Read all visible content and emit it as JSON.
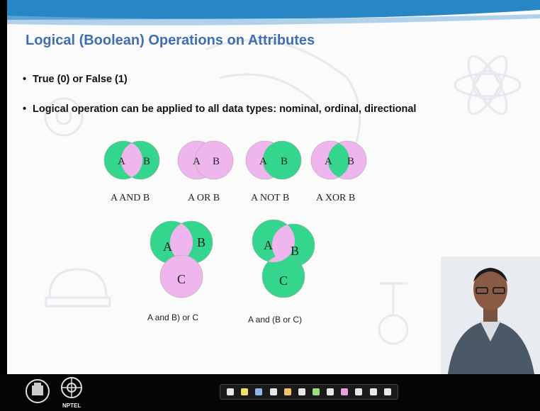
{
  "slide": {
    "title": "Logical (Boolean) Operations on Attributes",
    "bullets": [
      "True (0) or False (1)",
      "Logical operation can be applied to all data types: nominal, ordinal, directional"
    ]
  },
  "diagrams": {
    "and": {
      "caption": "A AND B",
      "label_a": "A",
      "label_b": "B"
    },
    "or": {
      "caption": "A OR B",
      "label_a": "A",
      "label_b": "B"
    },
    "not": {
      "caption": "A NOT B",
      "label_a": "A",
      "label_b": "B"
    },
    "xor": {
      "caption": "A XOR B",
      "label_a": "A",
      "label_b": "B"
    },
    "and_or_c": {
      "caption": "A and B) or C",
      "label_a": "A",
      "label_b": "B",
      "label_c": "C"
    },
    "a_and_b_or_c": {
      "caption": "A and (B or C)",
      "label_a": "A",
      "label_b": "B",
      "label_c": "C"
    }
  },
  "logos": {
    "left_logo_icon": "iit-kgp-logo-icon",
    "right_logo_icon": "nptel-logo-icon",
    "nptel_text": "NPTEL"
  },
  "toolbar_tools": [
    "pointer-icon",
    "highlighter-icon",
    "pen-icon",
    "marker-icon",
    "eraser-icon",
    "text-icon",
    "line-icon",
    "arrow-icon",
    "shape-icon",
    "undo-icon",
    "redo-icon",
    "clear-icon"
  ],
  "colors": {
    "green": "#33d68c",
    "pink": "#efb6ee",
    "title_blue": "#3f6fb0",
    "band_blue": "#1d7fc2"
  }
}
